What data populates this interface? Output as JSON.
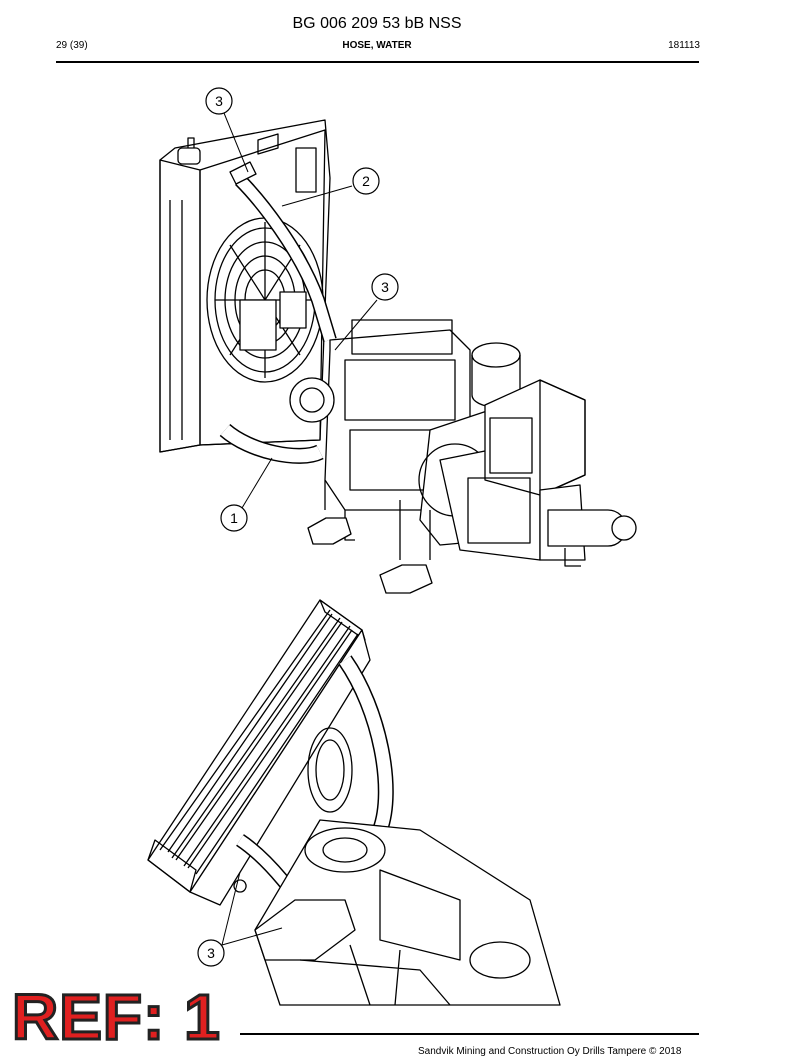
{
  "header": {
    "doc_title": "BG 006 209 53 bB NSS",
    "page": "29 (39)",
    "section": "HOSE, WATER",
    "date": "181113"
  },
  "callouts": {
    "c1": "3",
    "c2": "2",
    "c3": "3",
    "c4": "1",
    "c5": "3"
  },
  "ref_label": "REF: 1",
  "footer": {
    "copyright": "Sandvik Mining and Construction Oy Drills Tampere © 2018"
  }
}
